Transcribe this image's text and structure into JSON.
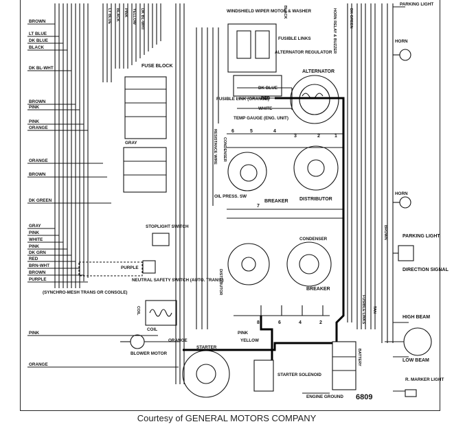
{
  "credit": "Courtesy of GENERAL MOTORS COMPANY",
  "diagram_number": "6809",
  "left_wire_labels": [
    "BROWN",
    "LT BLUE",
    "DK BLUE",
    "BLACK",
    "DK BL-WHT",
    "BROWN",
    "PINK",
    "PINK",
    "ORANGE",
    "ORANGE",
    "BROWN",
    "DK GREEN",
    "GRAY",
    "PINK",
    "WHITE",
    "PINK",
    "DK GRN",
    "RED",
    "BRN-WHT",
    "BROWN",
    "PURPLE",
    "PINK",
    "ORANGE"
  ],
  "top_wire_labels": [
    "LT BLUE",
    "BLACK",
    "PINK",
    "YELLOW",
    "DK BL-WHT"
  ],
  "components": {
    "fuse_block": "FUSE BLOCK",
    "wiper_motor": "WINDSHIELD WIPER MOTOR & WASHER",
    "fusible_links_top": "FUSIBLE LINKS",
    "alternator_regulator": "ALTERNATOR REGULATOR",
    "alternator": "ALTERNATOR",
    "fusible_link_orange": "FUSIBLE LINK (ORANGE)",
    "temp_gauge": "TEMP GAUGE (ENG. UNIT)",
    "condenser_top": "CONDENSER",
    "resistance_wire": "RESISTANCE WIRE",
    "oil_press_sw": "OIL PRESS. SW",
    "breaker_top": "BREAKER",
    "distributor_top": "DISTRIBUTOR",
    "stoplight_switch": "STOPLIGHT SWITCH",
    "neutral_safety_switch": "NEUTRAL SAFETY SWITCH (AUTO. TRANS.)",
    "synchro_mesh": "(SYNCHRO-MESH TRANS OR CONSOLE)",
    "coil_side": "COIL",
    "coil": "COIL",
    "condenser_lower": "CONDENSER",
    "distributor_lower": "DISTRIBUTOR",
    "breaker_lower": "BREAKER",
    "blower_motor": "BLOWER MOTOR",
    "starter": "STARTER",
    "starter_solenoid": "STARTER SOLENOID",
    "battery": "BATTERY",
    "engine_ground": "ENGINE GROUND",
    "fusible_links_lower": "FUSIBLE LINKS",
    "parking_light_top": "PARKING LIGHT",
    "horn_top": "HORN",
    "horn_lower": "HORN",
    "parking_light_lower": "PARKING LIGHT",
    "direction_signal": "DIRECTION SIGNAL",
    "high_beam": "HIGH BEAM",
    "low_beam": "LOW BEAM",
    "r_marker_light": "R. MARKER LIGHT",
    "horn_relay": "HORN RELAY & BUZZER"
  },
  "wire_labels": {
    "purple": "PURPLE",
    "dk_blue": "DK BLUE",
    "red": "RED",
    "white": "WHITE",
    "yellow": "YELLOW",
    "orange": "ORANGE",
    "gray": "GRAY",
    "pink": "PINK",
    "brown": "BROWN",
    "black": "BLACK",
    "dk_green": "DK GREEN",
    "tan": "TAN"
  },
  "terminal_numbers": [
    "6",
    "5",
    "4",
    "3",
    "2",
    "1",
    "7",
    "8"
  ]
}
